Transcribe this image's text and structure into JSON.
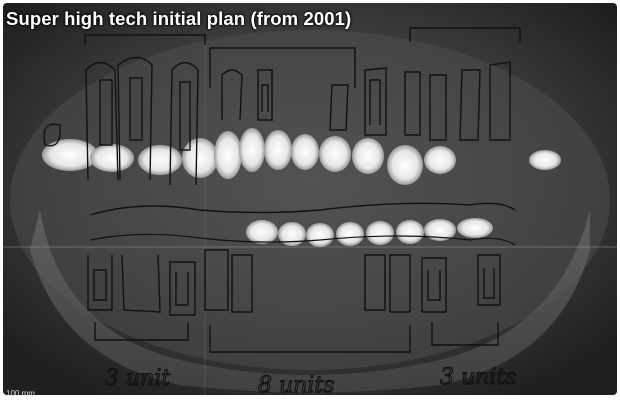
{
  "caption": "Super high tech initial plan (from 2001)",
  "annotations": {
    "left_label": "3 unit",
    "middle_label": "8 units",
    "right_label": "3 units",
    "scale_marker": "100 mm"
  },
  "colors": {
    "film_dark": "#2e2e2e",
    "film_mid": "#555555",
    "tooth_bright": "#f2f2f2",
    "marker_ink": "#111111"
  }
}
